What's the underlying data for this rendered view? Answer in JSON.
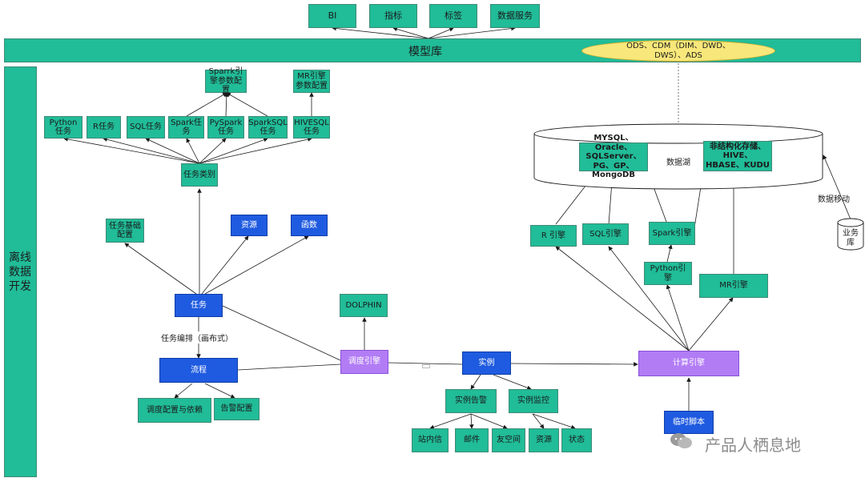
{
  "top_boxes": {
    "bi": "BI",
    "metrics": "指标",
    "tags": "标签",
    "data_service": "数据服务"
  },
  "model_library": {
    "label": "模型库",
    "layers": "ODS、CDM（DIM、DWD、DWS）、ADS"
  },
  "sidebar": {
    "label": "离线数据开发"
  },
  "engine_config": {
    "spark": "Sparrk引擎参数配置",
    "mr": "MR引擎参数配置"
  },
  "task_types": {
    "python": "Python任务",
    "r": "R任务",
    "sql": "SQL任务",
    "spark": "Spark任务",
    "pyspark": "PySpark任务",
    "sparksql": "SparkSQL任务",
    "hivesql": "HIVESQL任务"
  },
  "task_category": "任务类别",
  "task_basic_config": "任务基础配置",
  "resource": "资源",
  "function": "函数",
  "task": "任务",
  "task_orchestration": "任务编排（画布式）",
  "flow": "流程",
  "schedule_config": "调度配置与依赖",
  "alert_config": "告警配置",
  "dolphin": "DOLPHIN",
  "scheduler_engine": "调度引擎",
  "instance": "实例",
  "instance_alert": "实例告警",
  "instance_monitor": "实例监控",
  "site_message": "站内信",
  "email": "邮件",
  "friend_space": "友空间",
  "inst_resource": "资源",
  "inst_status": "状态",
  "compute_engine": "计算引擎",
  "temp_script": "临时脚本",
  "data_lake": {
    "label": "数据湖",
    "structured": "MYSQL、Oracle、SQLServer、PG、GP、MongoDB",
    "unstructured": "非结构化存储、HIVE、HBASE、KUDU"
  },
  "engines": {
    "r": "R 引擎",
    "sql": "SQL引擎",
    "spark": "Spark引擎",
    "python": "Python引擎",
    "mr": "MR引擎"
  },
  "data_migration": "数据移动",
  "business_db": "业务库",
  "watermark": "产品人栖息地",
  "colors": {
    "teal": "#21bc98",
    "blue": "#1f5be0",
    "purple": "#b27cf5",
    "yellow": "#f8e77a"
  }
}
